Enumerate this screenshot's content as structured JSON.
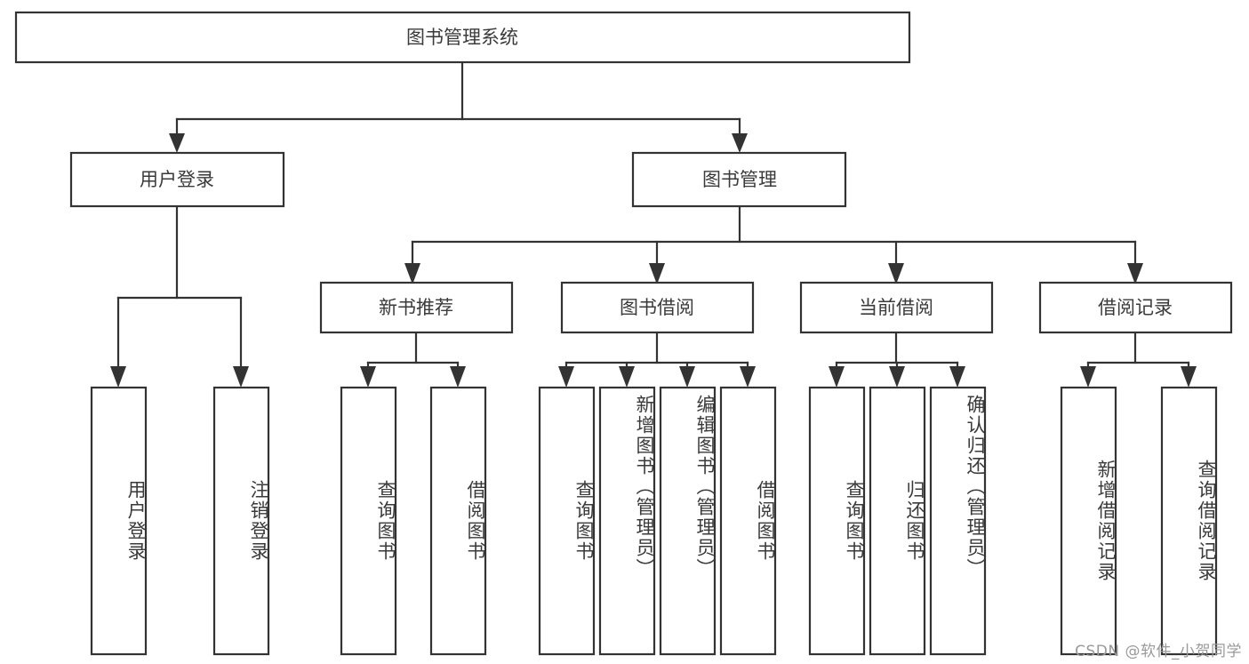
{
  "diagram": {
    "title": "图书管理系统",
    "type": "tree-hierarchy-chart",
    "style": {
      "background": "#ffffff",
      "box_border_color": "#333333",
      "box_fill_color": "#ffffff",
      "connector_color": "#333333",
      "text_color": "#3a3a3a"
    },
    "root": {
      "label": "图书管理系统",
      "orientation": "horizontal"
    },
    "level2": [
      {
        "label": "用户登录",
        "orientation": "horizontal"
      },
      {
        "label": "图书管理",
        "orientation": "horizontal"
      }
    ],
    "level3": [
      {
        "label": "新书推荐",
        "orientation": "horizontal",
        "parent": "图书管理"
      },
      {
        "label": "图书借阅",
        "orientation": "horizontal",
        "parent": "图书管理"
      },
      {
        "label": "当前借阅",
        "orientation": "horizontal",
        "parent": "图书管理"
      },
      {
        "label": "借阅记录",
        "orientation": "horizontal",
        "parent": "图书管理"
      }
    ],
    "leaves": [
      {
        "label": "用户登录",
        "orientation": "vertical",
        "parent": "用户登录"
      },
      {
        "label": "注销登录",
        "orientation": "vertical",
        "parent": "用户登录"
      },
      {
        "label": "查询图书",
        "orientation": "vertical",
        "parent": "新书推荐"
      },
      {
        "label": "借阅图书",
        "orientation": "vertical",
        "parent": "新书推荐"
      },
      {
        "label": "查询图书",
        "orientation": "vertical",
        "parent": "图书借阅"
      },
      {
        "label": "新增图书（管理员）",
        "orientation": "vertical",
        "parent": "图书借阅"
      },
      {
        "label": "编辑图书（管理员）",
        "orientation": "vertical",
        "parent": "图书借阅"
      },
      {
        "label": "借阅图书",
        "orientation": "vertical",
        "parent": "图书借阅"
      },
      {
        "label": "查询图书",
        "orientation": "vertical",
        "parent": "当前借阅"
      },
      {
        "label": "归还图书",
        "orientation": "vertical",
        "parent": "当前借阅"
      },
      {
        "label": "确认归还（管理员）",
        "orientation": "vertical",
        "parent": "当前借阅"
      },
      {
        "label": "新增借阅记录",
        "orientation": "vertical",
        "parent": "借阅记录"
      },
      {
        "label": "查询借阅记录",
        "orientation": "vertical",
        "parent": "借阅记录"
      }
    ]
  },
  "watermark": {
    "text": "CSDN @软件_小贺同学"
  }
}
